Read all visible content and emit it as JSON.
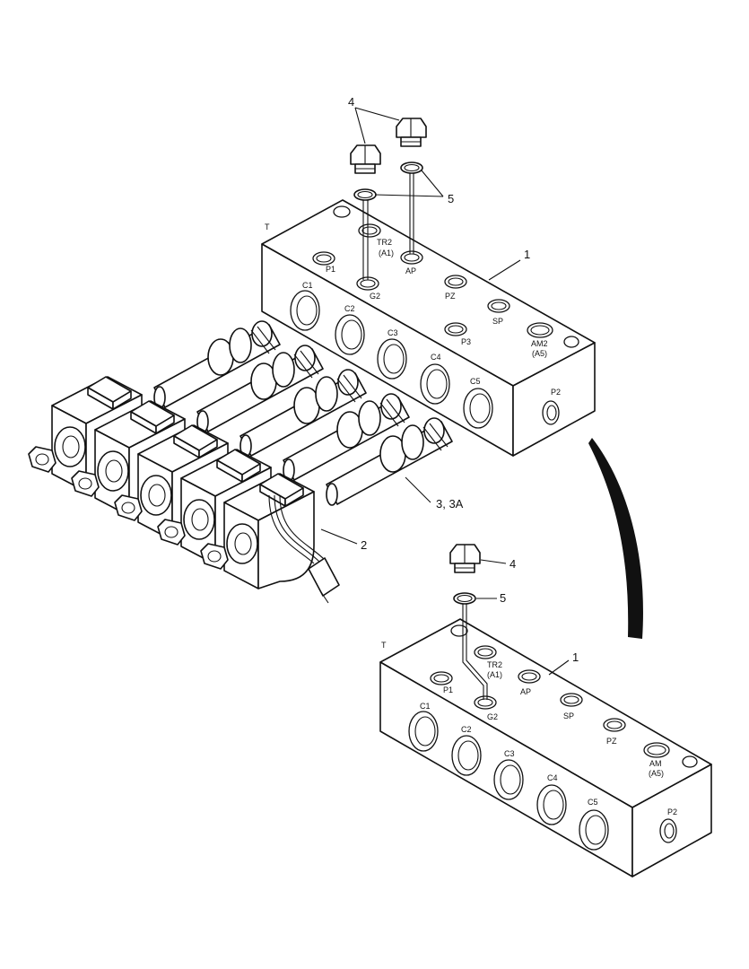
{
  "upper_block": {
    "top_labels": {
      "t": "T",
      "p1": "P1",
      "tr2_a": "TR2",
      "tr2_b": "(A1)",
      "ap": "AP",
      "g2": "G2",
      "pz": "PZ",
      "sp": "SP",
      "p3": "P3",
      "am2_a": "AM2",
      "am2_b": "(A5)"
    },
    "front_labels": {
      "c1": "C1",
      "c2": "C2",
      "c3": "C3",
      "c4": "C4",
      "c5": "C5",
      "p2": "P2"
    }
  },
  "lower_block": {
    "top_labels": {
      "t": "T",
      "p1": "P1",
      "tr2_a": "TR2",
      "tr2_b": "(A1)",
      "ap": "AP",
      "g2": "G2",
      "sp": "SP",
      "pz": "PZ",
      "am_a": "AM",
      "am_b": "(A5)"
    },
    "front_labels": {
      "c1": "C1",
      "c2": "C2",
      "c3": "C3",
      "c4": "C4",
      "c5": "C5",
      "p2": "P2"
    }
  },
  "callouts": {
    "plug_top": "4",
    "oring_top": "5",
    "block_top": "1",
    "cartridge": "3, 3A",
    "solenoid": "2",
    "plug_bottom": "4",
    "oring_bottom": "5",
    "block_bottom": "1"
  },
  "icons": [
    "plug-icon",
    "o-ring-icon",
    "solenoid-coil-icon",
    "cartridge-valve-icon",
    "nut-icon",
    "connector-icon",
    "arrow-icon"
  ]
}
